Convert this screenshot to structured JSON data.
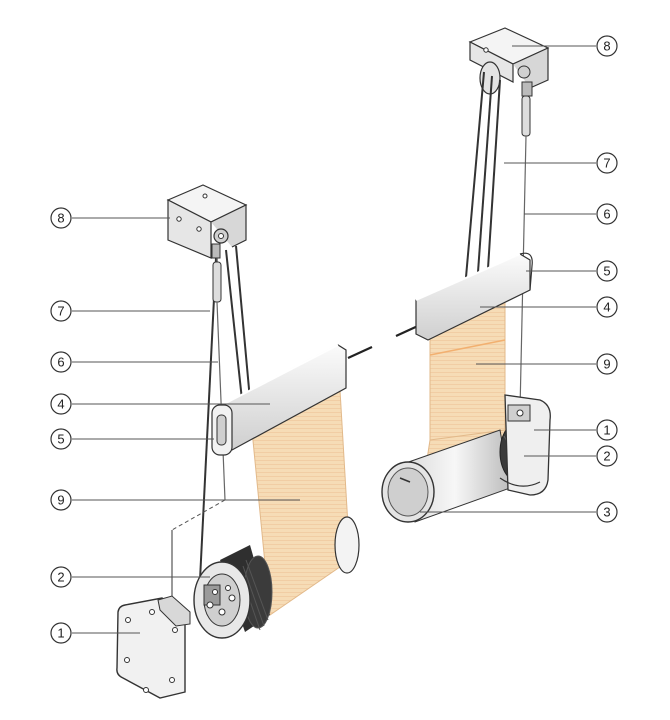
{
  "colors": {
    "fabric": "#f6dcb6",
    "fabric_edge": "#e2b98a",
    "fabric_stripe": "#f0caa0",
    "metal": "#e9e9e9",
    "metal_dark": "#b8b8b8",
    "line": "#333333",
    "wire": "#555555"
  },
  "callouts": [
    {
      "id": "8",
      "label": "8"
    },
    {
      "id": "7",
      "label": "7"
    },
    {
      "id": "6",
      "label": "6"
    },
    {
      "id": "4",
      "label": "4"
    },
    {
      "id": "5",
      "label": "5"
    },
    {
      "id": "9",
      "label": "9"
    },
    {
      "id": "2",
      "label": "2"
    },
    {
      "id": "1",
      "label": "1"
    },
    {
      "id": "8",
      "label": "8"
    },
    {
      "id": "7",
      "label": "7"
    },
    {
      "id": "6",
      "label": "6"
    },
    {
      "id": "5",
      "label": "5"
    },
    {
      "id": "4",
      "label": "4"
    },
    {
      "id": "9",
      "label": "9"
    },
    {
      "id": "1",
      "label": "1"
    },
    {
      "id": "2",
      "label": "2"
    },
    {
      "id": "3",
      "label": "3"
    }
  ]
}
